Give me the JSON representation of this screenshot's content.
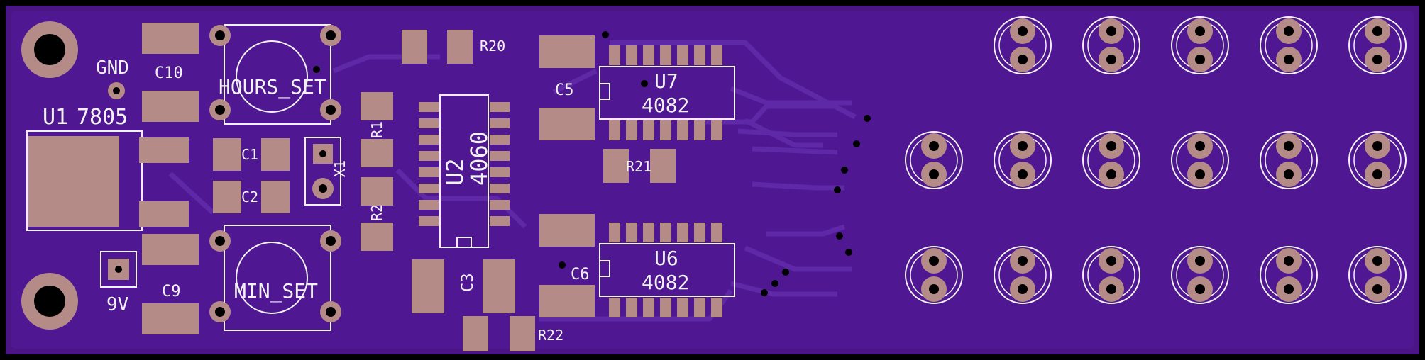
{
  "colors": {
    "board": "#4b1586",
    "copper": "#571c98",
    "trace": "#5a24a0",
    "pad": "#b58b88",
    "hole": "#000000",
    "silk": "#f2f2f2",
    "edge": "#000000"
  },
  "labels": {
    "gnd": "GND",
    "c10": "C10",
    "u1_ref": "U1",
    "u1_val": "7805",
    "hours_set": "HOURS_SET",
    "c1": "C1",
    "c2": "C2",
    "x1": "X1",
    "r1": "R1",
    "r2": "R2",
    "u2_ref": "U2",
    "u2_val": "4060",
    "r20": "R20",
    "c5": "C5",
    "u7_ref": "U7",
    "u7_val": "4082",
    "r21": "R21",
    "c6": "C6",
    "u6_ref": "U6",
    "u6_val": "4082",
    "min_set": "MIN_SET",
    "c9": "C9",
    "nine_v": "9V",
    "c3": "C3",
    "r22": "R22"
  },
  "led_grid": {
    "columns_row1": 5,
    "columns_row2": 6,
    "columns_row3": 6
  }
}
